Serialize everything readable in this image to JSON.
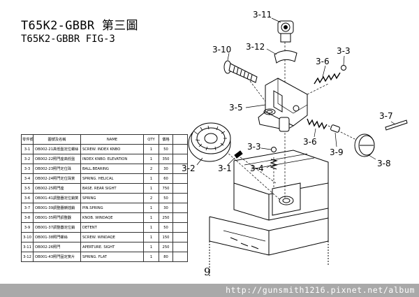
{
  "header": {
    "title": "T65K2-GBBR 第三圖",
    "subtitle": "T65K2-GBBR FIG-3"
  },
  "parts_table": {
    "headers": [
      "零件號",
      "圖號及名稱",
      "NAME",
      "QTY",
      "價格",
      ""
    ],
    "rows": [
      [
        "3-1",
        "OB002-21高低盤定位螺絲",
        "SCREW. INDEX KNBO",
        "1",
        "50",
        ""
      ],
      [
        "3-2",
        "OB002-22照門座高低盤",
        "INDEX KNBO. ELEVATION",
        "1",
        "350",
        ""
      ],
      [
        "3-3",
        "OB002-23照門定位珠",
        "BALL.BEARING",
        "2",
        "30",
        ""
      ],
      [
        "3-4",
        "OB002-24照門定位珠簧",
        "SPRING. HELICAL",
        "1",
        "60",
        ""
      ],
      [
        "3-5",
        "OB002-25照門座",
        "BASE. REAR SIGHT",
        "1",
        "750",
        ""
      ],
      [
        "3-6",
        "OB001-41調整器定位銷簧",
        "SPRING",
        "2",
        "50",
        ""
      ],
      [
        "3-7",
        "OB001-39調整器鎖插銷",
        "PIN.SPRING",
        "1",
        "30",
        ""
      ],
      [
        "3-8",
        "OB001-35照門調整器",
        "KNOB. WINDAQE",
        "1",
        "250",
        ""
      ],
      [
        "3-9",
        "OB001-37調整器定位銷",
        "DETENT",
        "1",
        "50",
        ""
      ],
      [
        "3-10",
        "OB001-38照門螺絲",
        "SCREW. WINDAQE",
        "1",
        "150",
        ""
      ],
      [
        "3-11",
        "OB002-26照門",
        "APERTURE. SIGHT",
        "1",
        "250",
        ""
      ],
      [
        "3-12",
        "OB001-43照門固定簧片",
        "SPRING. FLAT",
        "1",
        "80",
        ""
      ]
    ]
  },
  "diagram_labels": {
    "p3_11": "3-11",
    "p3_12": "3-12",
    "p3_10": "3-10",
    "p3_6a": "3-6",
    "p3_3a": "3-3",
    "p3_5": "3-5",
    "p3_7": "3-7",
    "p3_6b": "3-6",
    "p3_9": "3-9",
    "p3_3b": "3-3",
    "p3_4": "3-4",
    "p3_2": "3-2",
    "p3_1": "3-1",
    "p3_8": "3-8"
  },
  "footer": {
    "page_number": "9",
    "url": "http://gunsmith1216.pixnet.net/album"
  },
  "colors": {
    "url_bar": "#a9a9a9",
    "url_text": "#ffffff",
    "line": "#000000"
  }
}
